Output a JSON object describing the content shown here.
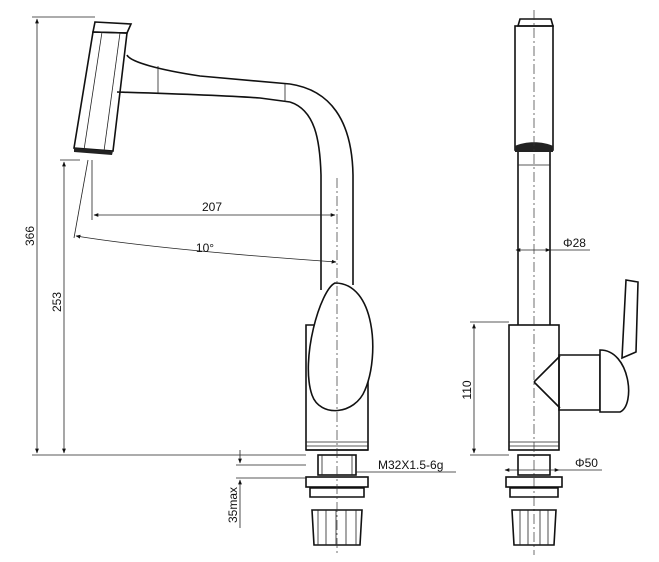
{
  "dimensions": {
    "overall_height": "366",
    "spout_height": "253",
    "reach": "207",
    "swivel_angle": "10°",
    "hose_diameter": "Φ28",
    "body_height": "110",
    "base_diameter": "Φ50",
    "thread": "M32X1.5-6g",
    "deck_thickness": "35max"
  },
  "colors": {
    "line": "#111111",
    "background": "#ffffff",
    "aerator_fill": "#222222"
  }
}
